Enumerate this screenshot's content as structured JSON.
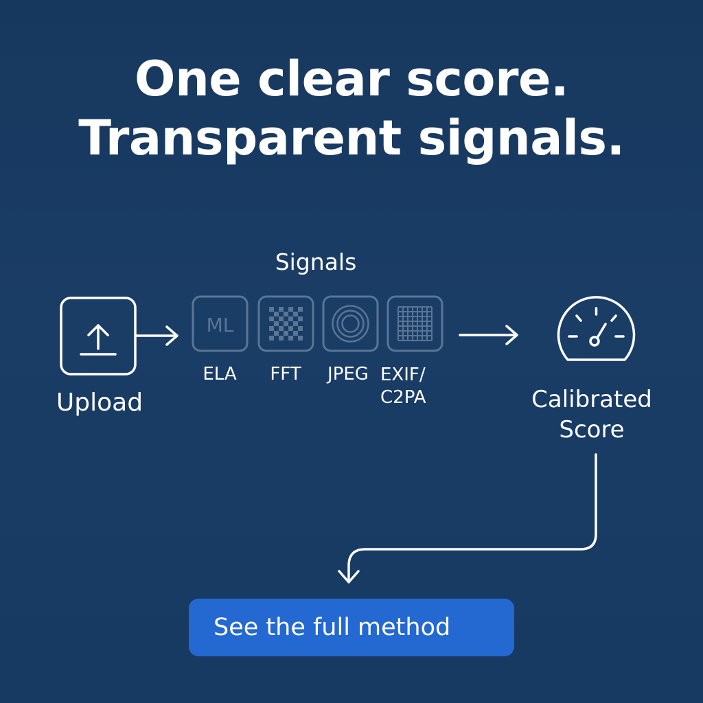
{
  "headline": {
    "line1": "One clear score.",
    "line2": "Transparent signals."
  },
  "signals_title": "Signals",
  "upload": {
    "label": "Upload",
    "icon": "upload-icon"
  },
  "signals": [
    {
      "name": "ELA",
      "icon": "ml-icon",
      "icon_text": "ML"
    },
    {
      "name": "FFT",
      "icon": "checkerboard-icon"
    },
    {
      "name": "JPEG",
      "icon": "concentric-rings-icon"
    },
    {
      "name_line1": "EXIF/",
      "name_line2": "C2PA",
      "icon": "grid-icon"
    }
  ],
  "score": {
    "line1": "Calibrated",
    "line2": "Score",
    "icon": "gauge-icon"
  },
  "cta": {
    "label": "See the full method"
  },
  "colors": {
    "background": "#17385e",
    "foreground": "#ffffff",
    "muted_icon": "#5a7595",
    "button": "#2468d1"
  }
}
